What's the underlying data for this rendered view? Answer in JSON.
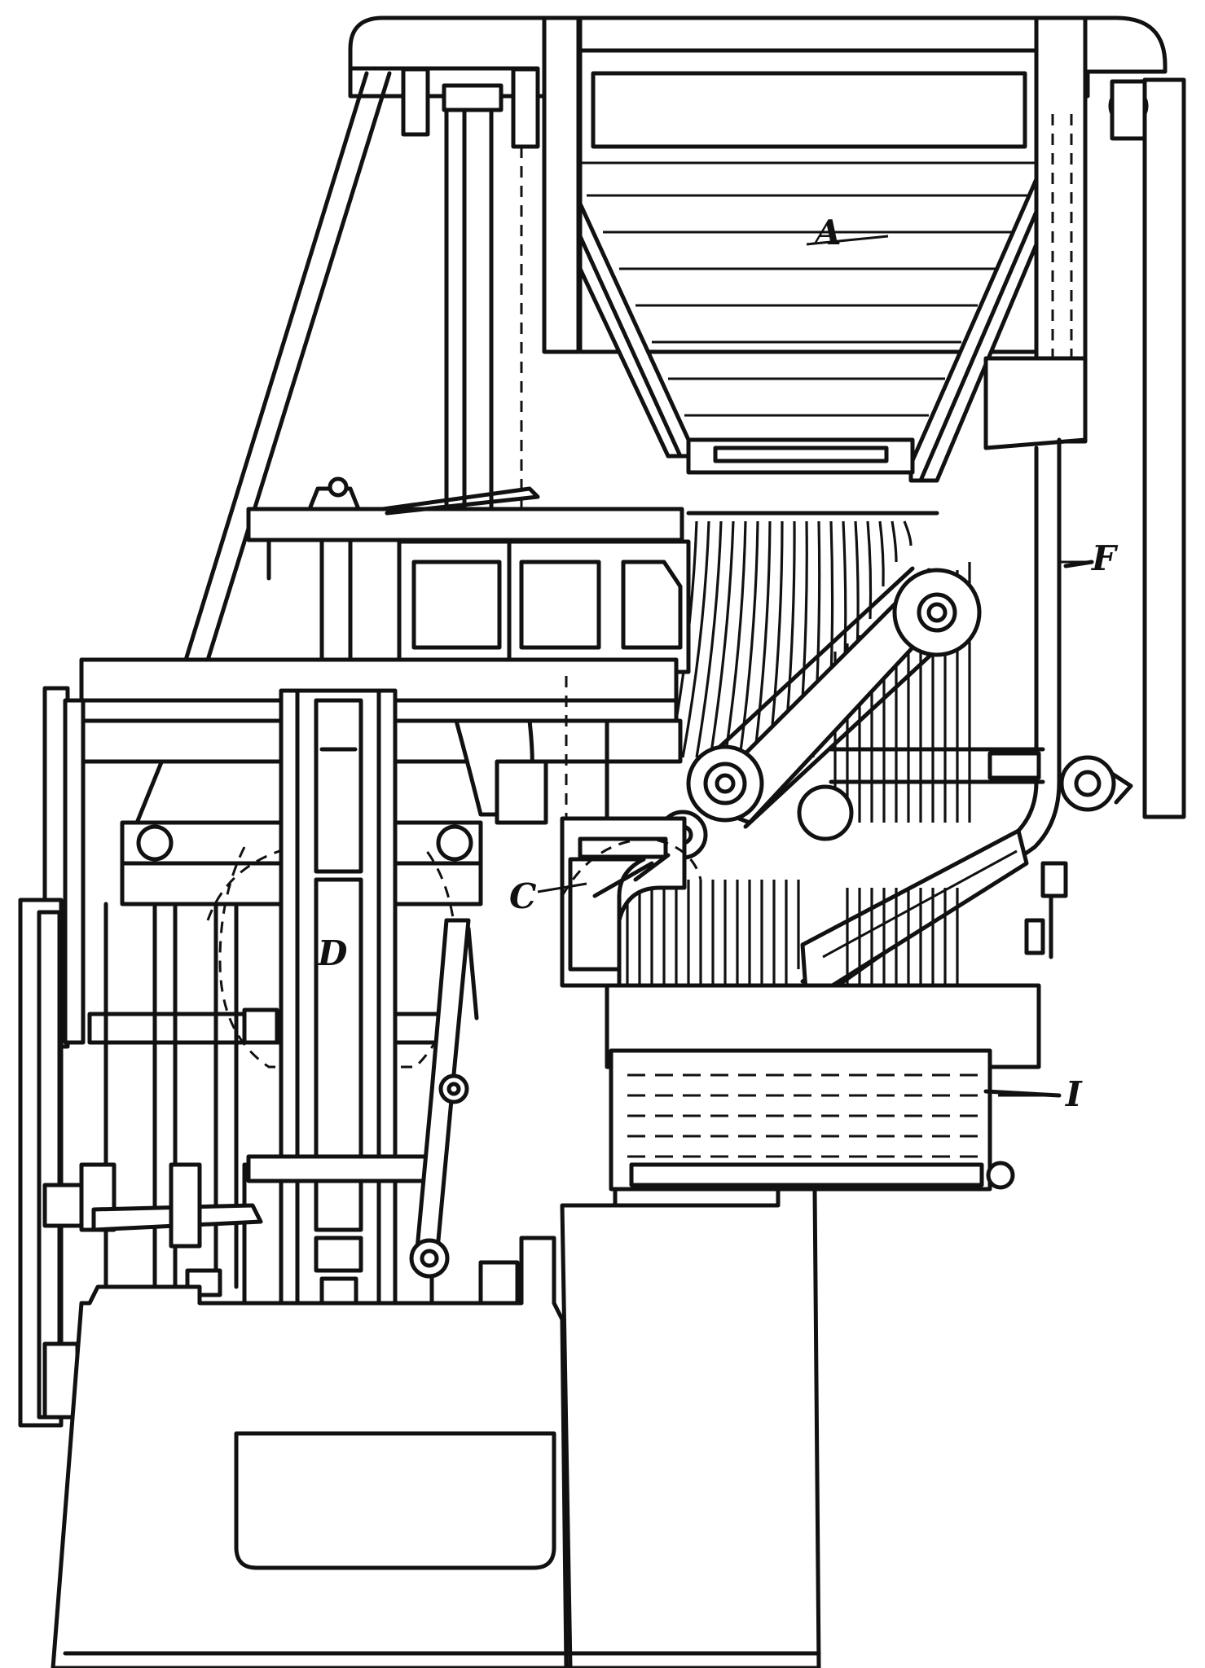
{
  "figure": {
    "labels": {
      "a": "A",
      "c": "C",
      "d": "D",
      "f": "F",
      "i": "I"
    }
  }
}
